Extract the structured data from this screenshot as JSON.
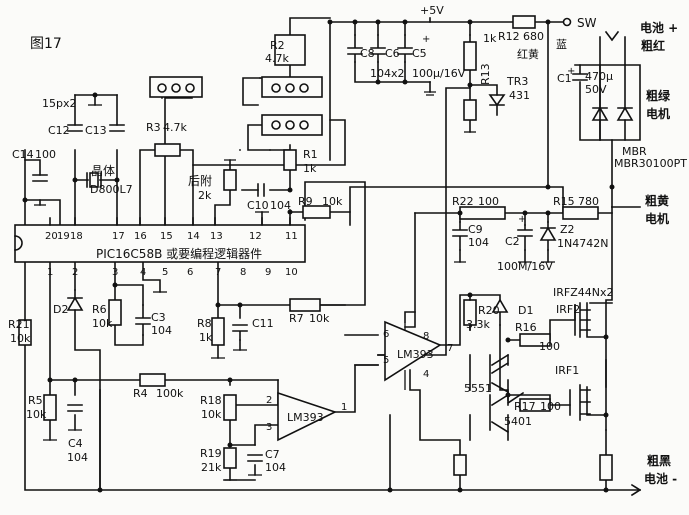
{
  "figure_title": "图17",
  "supply": {
    "v5": "+5V",
    "sw": "SW",
    "r12": "R12",
    "r12v": "680",
    "red_yellow": "红黄",
    "blue": "蓝"
  },
  "battery_pos": {
    "line1": "电池 +",
    "line2": "粗红"
  },
  "motor_green": {
    "line1": "粗绿",
    "line2": "电机"
  },
  "motor_yellow": {
    "line1": "粗黄",
    "line2": "电机"
  },
  "battery_neg": {
    "line1": "粗黑",
    "line2": "电池 -"
  },
  "mbr": {
    "name": "MBR",
    "part": "MBR30100PT"
  },
  "irfz": "IRFZ44Nx2",
  "c1": {
    "name": "C1",
    "v1": "470μ",
    "v2": "50V"
  },
  "c8": "C8",
  "c6": "C6",
  "c5": "C5",
  "c5v": "100μ/16V",
  "c86v": "104x2",
  "r13": "R13",
  "r13v": "1k",
  "tr3": "TR3",
  "tr3v": "431",
  "r2": "R2",
  "r2v": "4.7k",
  "r3": "R3",
  "r3v": "4.7k",
  "c12c13": "15px2",
  "c12": "C12",
  "c13": "C13",
  "crystal": "晶体",
  "crystal_part": "D800L7",
  "c14": "C14",
  "c14v": "100",
  "r1": "R1",
  "r1v": "1k",
  "houfu": "后附",
  "houfu_v": "2k",
  "c10": "C10",
  "c10v": "104",
  "r9": "R9",
  "r9v": "10k",
  "ic_label": "PIC16C58B 或要编程逻辑器件",
  "ic_top_pins": [
    "20",
    "19",
    "18",
    "17",
    "16",
    "15",
    "14",
    "13",
    "12",
    "11"
  ],
  "ic_bot_pins": [
    "1",
    "2",
    "3",
    "4",
    "5",
    "6",
    "7",
    "8",
    "9",
    "10"
  ],
  "r22": "R22",
  "r22v": "100",
  "r15": "R15",
  "r15v": "780",
  "c9": "C9",
  "c9v": "104",
  "c2": "C2",
  "c2v": "100M/16V",
  "z2": "Z2",
  "z2v": "1N4742N",
  "d2": "D2",
  "r6": "R6",
  "r6v": "10k",
  "c3": "C3",
  "c3v": "104",
  "r8": "R8",
  "r8v": "1k",
  "c11": "C11",
  "r7": "R7",
  "r7v": "10k",
  "r21": "R21",
  "r21v": "10k",
  "r20": "R20",
  "r20v": "3.3k",
  "d1": "D1",
  "irf2": "IRF2",
  "irf1": "IRF1",
  "r16": "R16",
  "r16v": "100",
  "r17": "R17",
  "r17v": "100",
  "lm393": "LM393",
  "pin6": "6",
  "pin5": "5",
  "pin8": "8",
  "pin7": "7",
  "pin4": "4",
  "pin2": "2",
  "pin3": "3",
  "pin1": "1",
  "t5551": "5551",
  "t5401": "5401",
  "r4": "R4",
  "r4v": "100k",
  "r5": "R5",
  "r5v": "10k",
  "c4": "C4",
  "c4v": "104",
  "r18": "R18",
  "r18v": "10k",
  "r19": "R19",
  "r19v": "21k",
  "c7": "C7",
  "c7v": "104",
  "plus": "+"
}
